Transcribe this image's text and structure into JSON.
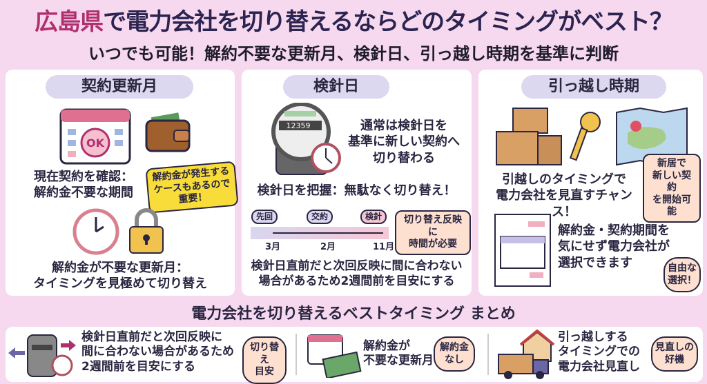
{
  "header": {
    "title_highlight": "広島県",
    "title_rest": "で電力会社を切り替えるならどのタイミングがベスト？",
    "subtitle": "いつでも可能！解約不要な更新月、検針日、引っ越し時期を基準に判断"
  },
  "cards": [
    {
      "heading": "契約更新月",
      "calendar_badge": "OK",
      "text1": "現在契約を確認：\n解約金不要な期間",
      "tag": "解約金が発生する\nケースもあるので\n重要！",
      "text2": "解約金が不要な更新月：\nタイミングを見極めて切り替え"
    },
    {
      "heading": "検針日",
      "meter_reading": "12359",
      "text1": "通常は検針日を\n基準に新しい契約へ\n切り替わる",
      "text2": "検針日を把握：無駄なく切り替え！",
      "timeline": [
        {
          "label": "先回",
          "month": "3月"
        },
        {
          "label": "交約",
          "month": "2月"
        },
        {
          "label": "検針",
          "month": "11月"
        }
      ],
      "tag": "切り替え反映に\n時間が必要",
      "text3": "検針日直前だと次回反映に間に合わない\n場合があるため2週間前を目安にする"
    },
    {
      "heading": "引っ越し時期",
      "tag1": "新居で\n新しい契約\nを開始可能",
      "text1": "引越しのタイミングで\n電力会社を見直すチャンス！",
      "text2": "解約金・契約期間を\n気にせず電力会社が\n選択できます",
      "tag2": "自由な\n選択！"
    }
  ],
  "summary": {
    "title": "電力会社を切り替えるベストタイミング まとめ",
    "items": [
      {
        "text": "検針日直前だと次回反映に\n間に合わない場合があるため\n2週間前を目安にする",
        "bubble": "切り替え\n目安"
      },
      {
        "text": "解約金が\n不要な更新月",
        "bubble": "解約金\nなし"
      },
      {
        "text": "引っ越しする\nタイミングでの\n電力会社見直し",
        "bubble": "見直しの\n好機"
      }
    ]
  },
  "colors": {
    "background": "#f6d9ee",
    "accent": "#b0306f",
    "pill": "#dcd8ef",
    "tag": "#fde0cf",
    "yellow_tag": "#f7dc3a"
  }
}
